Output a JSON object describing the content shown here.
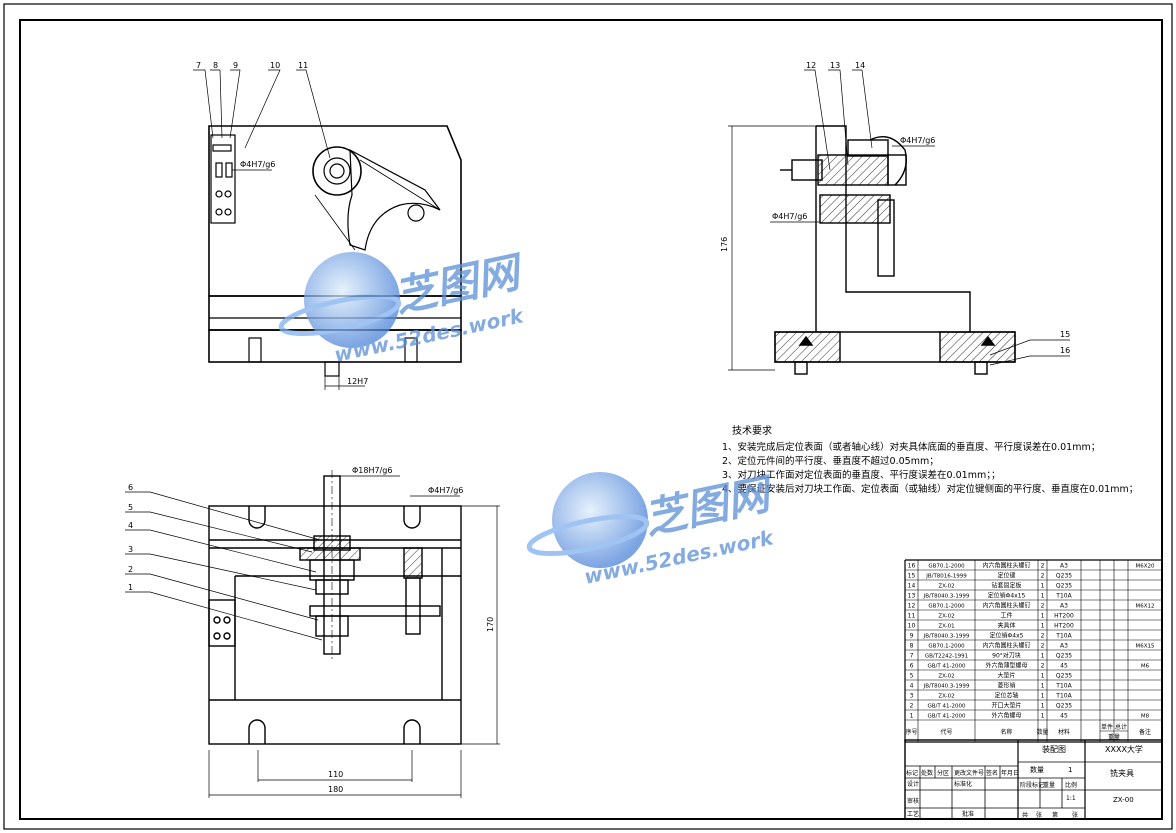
{
  "colors": {
    "line": "#000000",
    "watermark": "#5a8fd6",
    "hatch": "#000000"
  },
  "watermark": {
    "brand": "芝图网",
    "site": "www.52des.work"
  },
  "front_view": {
    "balloons": [
      "7",
      "8",
      "9",
      "10",
      "11"
    ],
    "fit_label": "Φ4H7/g6",
    "slot_label": "12H7"
  },
  "side_view": {
    "balloons_top": [
      "12",
      "13",
      "14"
    ],
    "balloons_right": [
      "15",
      "16"
    ],
    "fit_label_top": "Φ4H7/g6",
    "fit_label_mid": "Φ4H7/g6",
    "height_dim": "176"
  },
  "top_view": {
    "balloons_left": [
      "6",
      "5",
      "4",
      "3",
      "2",
      "1"
    ],
    "fit_label_center": "Φ18H7/g6",
    "fit_label_right": "Φ4H7/g6",
    "height_dim": "170",
    "width_inner": "110",
    "width_outer": "180"
  },
  "tech_requirements": {
    "title": "技术要求",
    "items": [
      "1、安装完成后定位表面（或者轴心线）对夹具体底面的垂直度、平行度误差在0.01mm；",
      "2、定位元件间的平行度、垂直度不超过0.05mm；",
      "3、对刀块工作面对定位表面的垂直度、平行度误差在0.01mm；；",
      "4、要保证安装后对刀块工作面、定位表面（或轴线）对定位键侧面的平行度、垂直度在0.01mm；"
    ]
  },
  "bom": {
    "rows": [
      {
        "no": "16",
        "code": "GB70.1-2000",
        "name": "内六角圆柱头螺钉",
        "qty": "2",
        "mat": "A3",
        "note": "M6X20"
      },
      {
        "no": "15",
        "code": "JB/T8016-1999",
        "name": "定位键",
        "qty": "2",
        "mat": "Q235",
        "note": ""
      },
      {
        "no": "14",
        "code": "ZX-02",
        "name": "钻套固定板",
        "qty": "1",
        "mat": "Q235",
        "note": ""
      },
      {
        "no": "13",
        "code": "JB/T8040.3-1999",
        "name": "定位销Φ4x15",
        "qty": "1",
        "mat": "T10A",
        "note": ""
      },
      {
        "no": "12",
        "code": "GB70.1-2000",
        "name": "内六角圆柱头螺钉",
        "qty": "2",
        "mat": "A3",
        "note": "M6X12"
      },
      {
        "no": "11",
        "code": "ZX-02",
        "name": "工件",
        "qty": "1",
        "mat": "HT200",
        "note": ""
      },
      {
        "no": "10",
        "code": "ZX-01",
        "name": "夹具体",
        "qty": "1",
        "mat": "HT200",
        "note": ""
      },
      {
        "no": "9",
        "code": "JB/T8040.3-1999",
        "name": "定位销Φ4x5",
        "qty": "2",
        "mat": "T10A",
        "note": ""
      },
      {
        "no": "8",
        "code": "GB70.1-2000",
        "name": "内六角圆柱头螺钉",
        "qty": "2",
        "mat": "A3",
        "note": "M6X15"
      },
      {
        "no": "7",
        "code": "GB/T2242-1991",
        "name": "90°对刀块",
        "qty": "1",
        "mat": "Q235",
        "note": ""
      },
      {
        "no": "6",
        "code": "GB/T 41-2000",
        "name": "外六角薄型螺母",
        "qty": "2",
        "mat": "45",
        "note": "M6"
      },
      {
        "no": "5",
        "code": "ZX-02",
        "name": "大垫片",
        "qty": "1",
        "mat": "Q235",
        "note": ""
      },
      {
        "no": "4",
        "code": "JB/T8040.3-1999",
        "name": "菱形销",
        "qty": "1",
        "mat": "T10A",
        "note": ""
      },
      {
        "no": "3",
        "code": "ZX-02",
        "name": "定位芯轴",
        "qty": "1",
        "mat": "T10A",
        "note": ""
      },
      {
        "no": "2",
        "code": "GB/T 41-2000",
        "name": "开口大垫片",
        "qty": "1",
        "mat": "Q235",
        "note": ""
      },
      {
        "no": "1",
        "code": "GB/T 41-2000",
        "name": "外六角螺母",
        "qty": "1",
        "mat": "45",
        "note": "M8"
      }
    ],
    "header": {
      "no": "序号",
      "code": "代号",
      "name": "名称",
      "qty": "数量",
      "mat": "材料",
      "unit_w": "单件",
      "total_w": "总计",
      "weight": "重量",
      "note": "备注"
    }
  },
  "title_block": {
    "drawing_type": "装配图",
    "school": "XXXX大学",
    "part_name": "铣夹具",
    "qty_label": "数量",
    "qty_value": "1",
    "stage_label": "阶段标记",
    "weight_label": "重量",
    "scale_label": "比例",
    "scale_value": "1:1",
    "drawing_no": "ZX-00",
    "rev_labels": [
      "标记",
      "处数",
      "分区",
      "更改文件号",
      "签名",
      "年月日"
    ],
    "role_design": "设计",
    "role_check": "审核",
    "role_process": "工艺",
    "role_std": "标准化",
    "role_approve": "批准",
    "sheet_labels": [
      "共",
      "张",
      "第",
      "张"
    ]
  }
}
